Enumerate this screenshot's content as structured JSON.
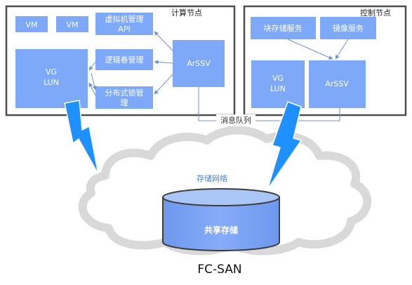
{
  "compute_node": {
    "title": "计算节点",
    "vm1": "VM",
    "vm2": "VM",
    "vm_api_line1": "虚拟机管理",
    "vm_api_line2": "API",
    "vg_line1": "VG",
    "vg_line2": "LUN",
    "lvm": "逻辑卷管理",
    "dlm_line1": "分布式锁管",
    "dlm_line2": "理",
    "arssv": "ArSSV"
  },
  "control_node": {
    "title": "控制节点",
    "block_storage": "块存储服务",
    "image_service": "镜像服务",
    "vg_line1": "VG",
    "vg_line2": "LUN",
    "arssv": "ArSSV"
  },
  "message_queue": "消息队列",
  "storage_network": "存储网络",
  "shared_storage": "共享存储",
  "footer": "FC-SAN",
  "colors": {
    "box_fill": "#7ea8f8",
    "frame": "#4d4d4d",
    "arrow": "#6f93d6",
    "bolt": "#1e90ff",
    "cloud": "#d9d9d9",
    "label_blue": "#4a7fd0"
  }
}
